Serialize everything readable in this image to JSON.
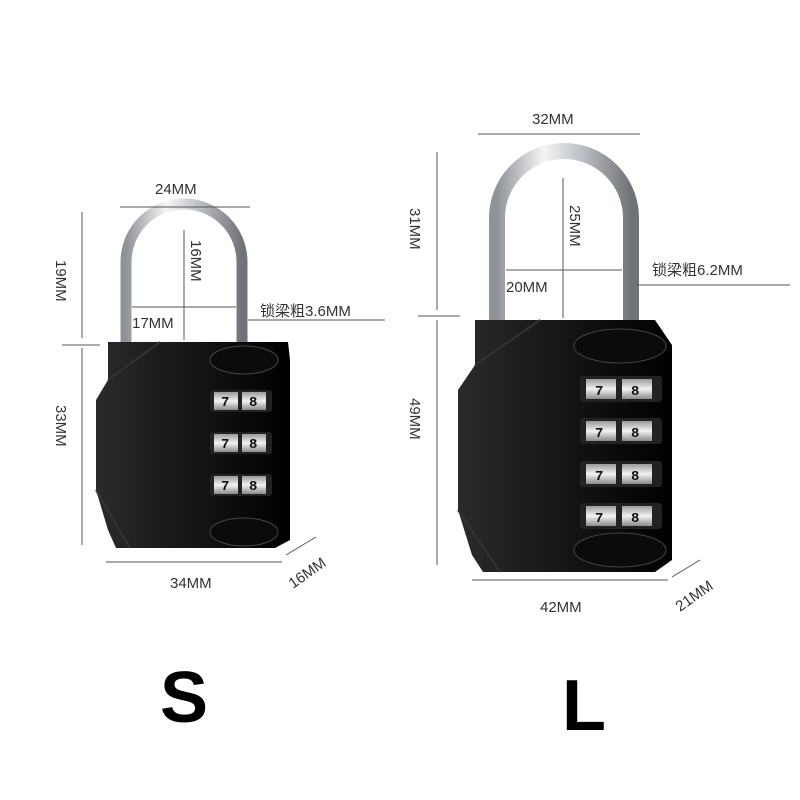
{
  "small_lock": {
    "size_label": "S",
    "width_shackle": "24MM",
    "shackle_height": "19MM",
    "shackle_inner_height": "16MM",
    "shackle_inner_width": "17MM",
    "shackle_thickness": "锁梁粗3.6MM",
    "body_height": "33MM",
    "body_width": "34MM",
    "body_depth": "16MM",
    "dials": 3,
    "dial_digits": [
      "7",
      "8"
    ]
  },
  "large_lock": {
    "size_label": "L",
    "width_shackle": "32MM",
    "shackle_height": "31MM",
    "shackle_inner_height": "25MM",
    "shackle_inner_width": "20MM",
    "shackle_thickness": "锁梁粗6.2MM",
    "body_height": "49MM",
    "body_width": "42MM",
    "body_depth": "21MM",
    "dials": 4,
    "dial_digits": [
      "7",
      "8"
    ]
  },
  "colors": {
    "body": "#1b1b1b",
    "shackle": "#c9ccd0",
    "dial": "#d8d8d8"
  }
}
